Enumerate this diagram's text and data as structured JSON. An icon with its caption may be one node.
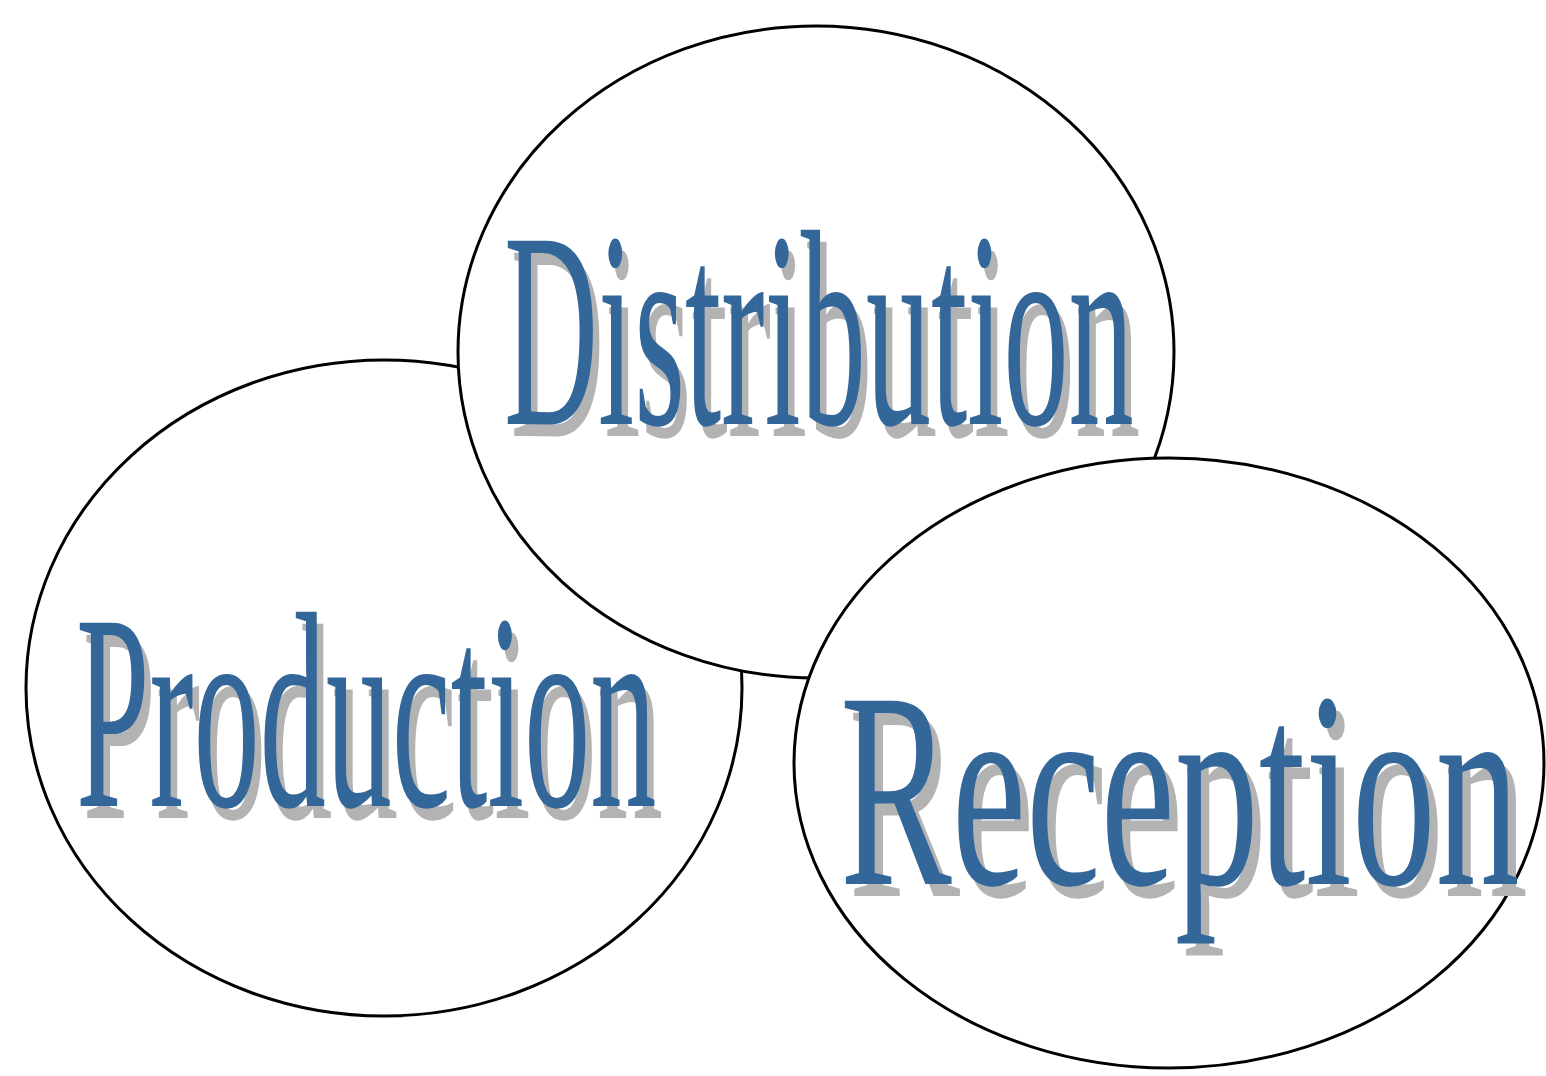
{
  "diagram": {
    "nodes": [
      {
        "text": [
          "Distribution"
        ]
      },
      {
        "text": [
          "Production"
        ]
      },
      {
        "text": [
          "Reception"
        ]
      }
    ]
  }
}
